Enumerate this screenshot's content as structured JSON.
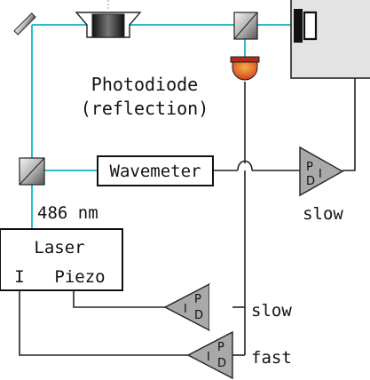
{
  "labels": {
    "photodiode_line1": "Photodiode",
    "photodiode_line2": "(reflection)",
    "wavemeter": "Wavemeter",
    "wavelength": "486 nm",
    "laser_title": "Laser",
    "laser_input_i": "I",
    "laser_input_piezo": "Piezo",
    "slow_top": "slow",
    "slow_mid": "slow",
    "fast": "fast"
  },
  "controllers": {
    "top": {
      "letters": [
        "P",
        "D",
        "I"
      ]
    },
    "mid": {
      "letters": [
        "I",
        "P",
        "D"
      ]
    },
    "bottom": {
      "letters": [
        "I",
        "P",
        "D"
      ]
    }
  },
  "colors": {
    "beam": "#2bbccb",
    "wire": "#222222",
    "triangle_fill": "#a9a9a9",
    "photodiode_red": "#c0321e",
    "photodiode_orange": "#e9a03a",
    "cavity_box": "#e3e3e3"
  }
}
